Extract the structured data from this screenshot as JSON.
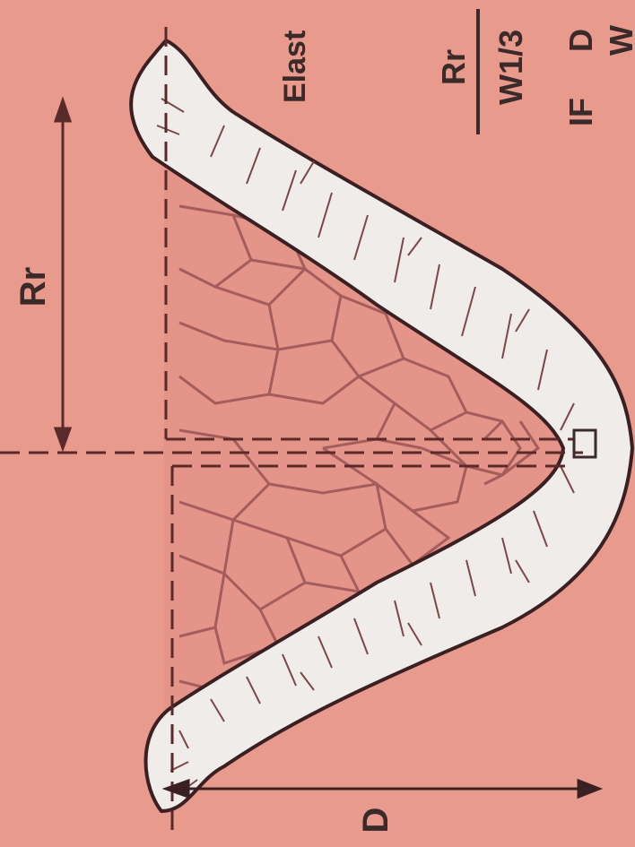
{
  "labels": {
    "radius": "Rr",
    "depth": "D",
    "elastic": "Elast",
    "ratio_numerator": "Rr",
    "ratio_denominator": "W1/3",
    "condition_if": "IF",
    "condition_d": "D",
    "condition_w": "W"
  },
  "colors": {
    "background": "#e89a8d",
    "zone_fill": "#f0ecea",
    "crater_line": "#3a2022",
    "fracture_line": "#a45c5c",
    "dimension_line": "#5a2a2a"
  }
}
